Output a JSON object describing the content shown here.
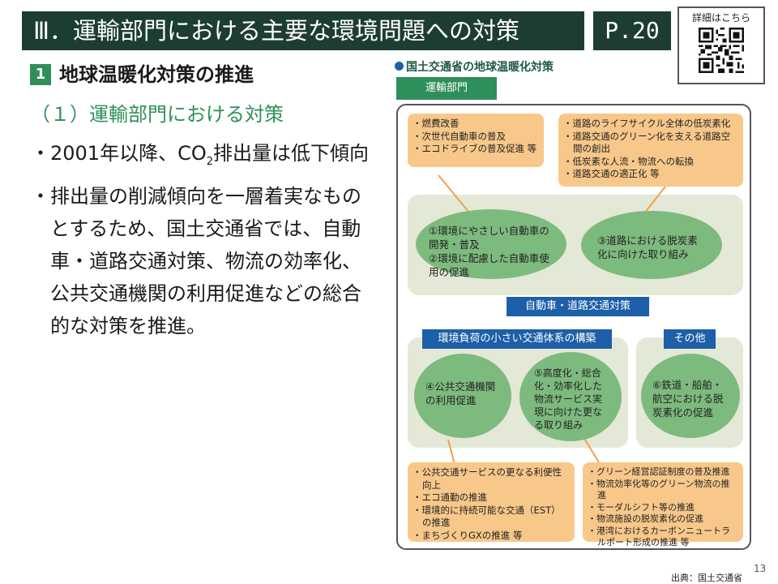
{
  "header": {
    "title": "Ⅲ．運輸部門における主要な環境問題への対策",
    "page_ref": "P.20",
    "qr_label": "詳細はこちら",
    "qr_icon": "qr-code-icon"
  },
  "section": {
    "number": "1",
    "title": "地球温暖化対策の推進",
    "subtitle": "（１）運輸部門における対策"
  },
  "bullets": {
    "b1_pre": "・2001年以降、CO",
    "b1_sub": "2",
    "b1_post": "排出量は低下傾向",
    "b2_mark": "・",
    "b2_text": "排出量の削減傾向を一層着実なものとするため、国土交通省では、自動車・道路交通対策、物流の効率化、公共交通機関の利用促進などの総合的な対策を推進。"
  },
  "diagram": {
    "heading": "国土交通省の地球温暖化対策",
    "dept_label": "運輸部門",
    "callout_tl": [
      "燃費改善",
      "次世代自動車の普及",
      "エコドライブの普及促進 等"
    ],
    "callout_tr": [
      "道路のライフサイクル全体の低炭素化",
      "道路交通のグリーン化を支える道路空間の創出",
      "低炭素な人流・物流への転換",
      "道路交通の適正化 等"
    ],
    "oval_1": "①環境にやさしい自動車の開発・普及\n②環境に配慮した自動車使用の促進",
    "oval_3": "③道路における脱炭素化に向けた取り組み",
    "label_auto": "自動車・道路交通対策",
    "label_transport": "環境負荷の小さい交通体系の構築",
    "label_other": "その他",
    "oval_4": "④公共交通機関の利用促進",
    "oval_5": "⑤高度化・総合化・効率化した物流サービス実現に向けた更なる取り組み",
    "oval_6": "⑥鉄道・船舶・航空における脱炭素化の促進",
    "callout_bl": [
      "公共交通サービスの更なる利便性向上",
      "エコ通勤の推進",
      "環境的に持続可能な交通（EST）の推進",
      "まちづくりGXの推進 等"
    ],
    "callout_br": [
      "グリーン経営認証制度の普及推進",
      "物流効率化等のグリーン物流の推進",
      "モーダルシフト等の推進",
      "物流施設の脱炭素化の促進",
      "港湾におけるカーボンニュートラルポート形成の推進 等"
    ]
  },
  "footer": {
    "page_number": "13",
    "source": "出典：国土交通省"
  },
  "colors": {
    "header_bg": "#1d3d33",
    "accent_green": "#2f8f5a",
    "callout_orange": "#f8c88a",
    "oval_green": "#7dba7e",
    "panel_bg": "#e4e8d6",
    "label_blue": "#1d5fa8"
  }
}
